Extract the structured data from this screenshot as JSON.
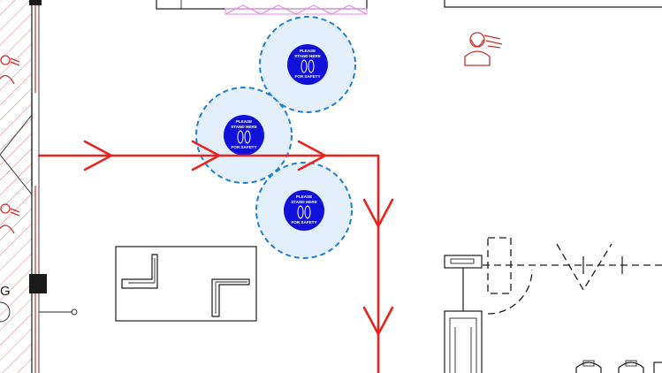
{
  "markers": [
    {
      "line1": "PLEASE",
      "line2": "STAND HERE",
      "line3": "FOR SAFETY"
    },
    {
      "line1": "PLEASE",
      "line2": "STAND HERE",
      "line3": "FOR SAFETY"
    },
    {
      "line1": "PLEASE",
      "line2": "STAND HERE",
      "line3": "FOR SAFETY"
    }
  ],
  "edge_label": "G",
  "colors": {
    "route": "#e8231f",
    "zone_fill": "#e3f0fb",
    "zone_border": "#1e7fd6",
    "marker": "#1010d8",
    "hatch": "#e37b7b",
    "person": "#c9302c"
  },
  "icons": [
    "person-icon",
    "footprints-icon",
    "arrow-right-icon",
    "arrow-down-icon"
  ]
}
